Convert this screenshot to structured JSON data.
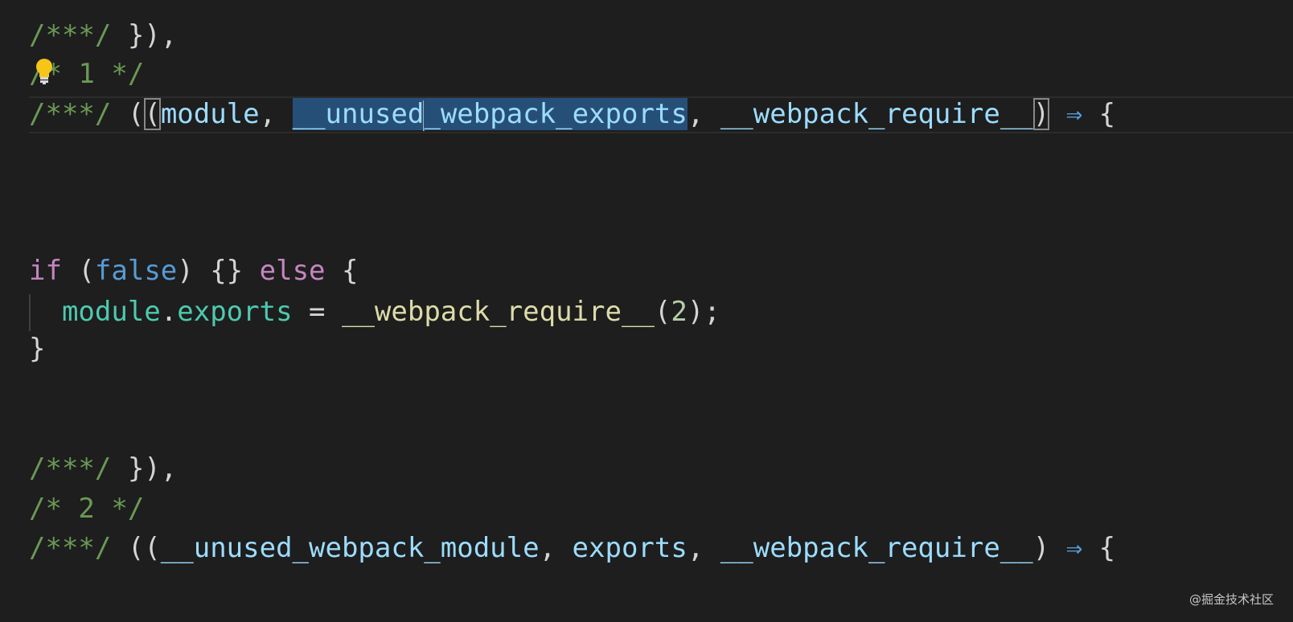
{
  "editor": {
    "colors": {
      "background": "#1e1e1e",
      "comment": "#6a9955",
      "parameter": "#9cdcfe",
      "keyword": "#c586c0",
      "boolean": "#569cd6",
      "property": "#4ec9b0",
      "function": "#dcdcaa",
      "number": "#b5cea8",
      "selection": "#264f78"
    },
    "lines": {
      "l1": {
        "comment": "/***/",
        "rest": " }),"
      },
      "l2": {
        "comment": "/* 1 */"
      },
      "l3": {
        "comment": "/***/",
        "space1": " ",
        "open1": "(",
        "open2": "(",
        "param1": "module",
        "comma1": ", ",
        "param2_sel_a": "__unused",
        "param2_sel_b": "_webpack_exports",
        "comma2": ", ",
        "param3": "__webpack_require__",
        "close1": ")",
        "arrow": " ⇒ ",
        "brace": "{"
      },
      "l4": {
        "kw_if": "if",
        "paren_open": " (",
        "bool_false": "false",
        "paren_close": ") {} ",
        "kw_else": "else",
        "brace_open": " {"
      },
      "l5": {
        "indent": "  ",
        "module": "module",
        "dot": ".",
        "exports": "exports",
        "assign": " = ",
        "func": "__webpack_require__",
        "paren_open": "(",
        "num": "2",
        "paren_close": ");"
      },
      "l6": {
        "brace_close": "}"
      },
      "l7": {
        "comment": "/***/",
        "rest": " }),"
      },
      "l8": {
        "comment": "/* 2 */"
      },
      "l9": {
        "comment": "/***/",
        "open": " ((",
        "param1": "__unused_webpack_module",
        "comma1": ", ",
        "param2": "exports",
        "comma2": ", ",
        "param3": "__webpack_require__",
        "close": ")",
        "arrow": " ⇒ ",
        "brace": "{"
      }
    },
    "lightbulb_icon": "lightbulb-icon"
  },
  "watermark": {
    "text": "@掘金技术社区"
  }
}
